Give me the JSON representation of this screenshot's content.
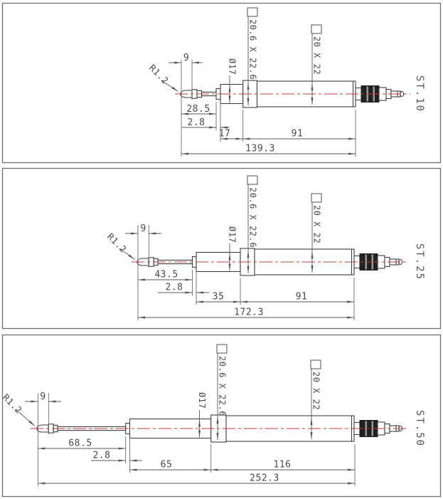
{
  "drawing": {
    "type": "technical-dimension-drawing",
    "panels": [
      {
        "model": "ST.10",
        "stylus_length": "9",
        "stylus_radius": "R1.2",
        "front_length": "28.5",
        "collar_width": "2.8",
        "mid_length": "17",
        "rear_length": "91",
        "total_length": "139.3",
        "diameter": "Ø17",
        "front_section": "20.6 X 22.6",
        "rear_section": "20 X 22"
      },
      {
        "model": "ST.25",
        "stylus_length": "9",
        "stylus_radius": "R1.2",
        "front_length": "43.5",
        "collar_width": "2.8",
        "mid_length": "35",
        "rear_length": "91",
        "total_length": "172.3",
        "diameter": "Ø17",
        "front_section": "20.6 X 22.6",
        "rear_section": "20 X 22"
      },
      {
        "model": "ST.50",
        "stylus_length": "9",
        "stylus_radius": "R1.2",
        "front_length": "68.5",
        "collar_width": "2.8",
        "mid_length": "65",
        "rear_length": "116",
        "total_length": "252.3",
        "diameter": "Ø17",
        "front_section": "20.6 X 22.6",
        "rear_section": "20 X 22"
      }
    ],
    "colors": {
      "centerline": "#bf4138",
      "outline": "#3f3f3f",
      "dimension_text": "#4a4a4a",
      "connector_knurl": "#212121"
    }
  }
}
